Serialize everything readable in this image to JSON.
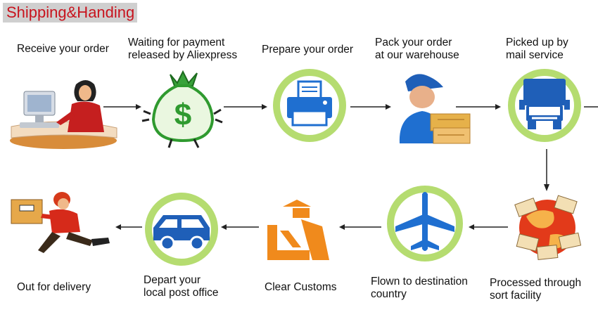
{
  "title": "Shipping&Handing",
  "steps": [
    {
      "id": "receive-order",
      "label": "Receive your order",
      "icon": "customer-at-computer-icon"
    },
    {
      "id": "waiting-payment",
      "label": "Waiting for payment\nreleased by Aliexpress",
      "icon": "money-bag-icon"
    },
    {
      "id": "prepare-order",
      "label": "Prepare your order",
      "icon": "printer-icon"
    },
    {
      "id": "pack-order",
      "label": "Pack your order\nat our warehouse",
      "icon": "warehouse-worker-icon"
    },
    {
      "id": "picked-up",
      "label": "Picked up by\nmail service",
      "icon": "truck-icon"
    },
    {
      "id": "processed",
      "label": "Processed through\nsort facility",
      "icon": "globe-mail-icon"
    },
    {
      "id": "flown",
      "label": "Flown to destination\ncountry",
      "icon": "airplane-icon"
    },
    {
      "id": "clear-customs",
      "label": "Clear Customs",
      "icon": "customs-officer-icon"
    },
    {
      "id": "depart-post-office",
      "label": "Depart your\nlocal post office",
      "icon": "car-icon"
    },
    {
      "id": "out-for-delivery",
      "label": "Out for delivery",
      "icon": "courier-icon"
    }
  ],
  "colors": {
    "title_text": "#c8141e",
    "title_bg": "#cfcfcf",
    "circle_green": "#b5dc70",
    "blue": "#1f6fd0",
    "orange": "#f08a1c",
    "arrow": "#222222"
  }
}
